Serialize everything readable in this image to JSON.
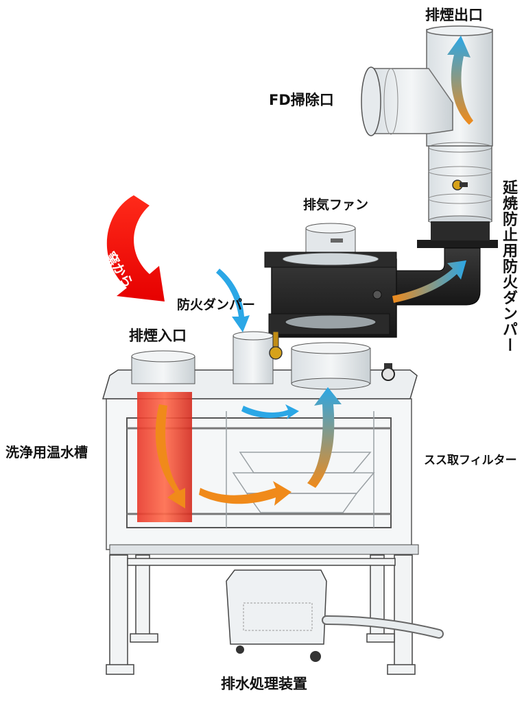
{
  "labels": {
    "exhaust_outlet": "排煙出口",
    "fd_cleanout": "FD掃除口",
    "exhaust_fan": "排気ファン",
    "fire_damper": "防火ダンパー",
    "exhaust_inlet": "排煙入口",
    "cleaning_tank": "洗浄用温水槽",
    "soot_filter": "スス取フィルター",
    "drain_unit": "排水処理装置",
    "fire_spread_damper": "延焼防止用防火ダンパー",
    "from_kiln": "窯から"
  },
  "colors": {
    "hot_flow": "#ff1a1a",
    "warm_flow": "#f08a1a",
    "cool_flow": "#2ba7e6",
    "tank_red": "#e8382a",
    "frame": "#444444",
    "dark_duct": "#1c1c1c",
    "glass": "#e9eef1"
  },
  "icons": [
    "fire-damper-valve-icon",
    "pressure-gauge-icon",
    "caster-wheel-icon"
  ]
}
